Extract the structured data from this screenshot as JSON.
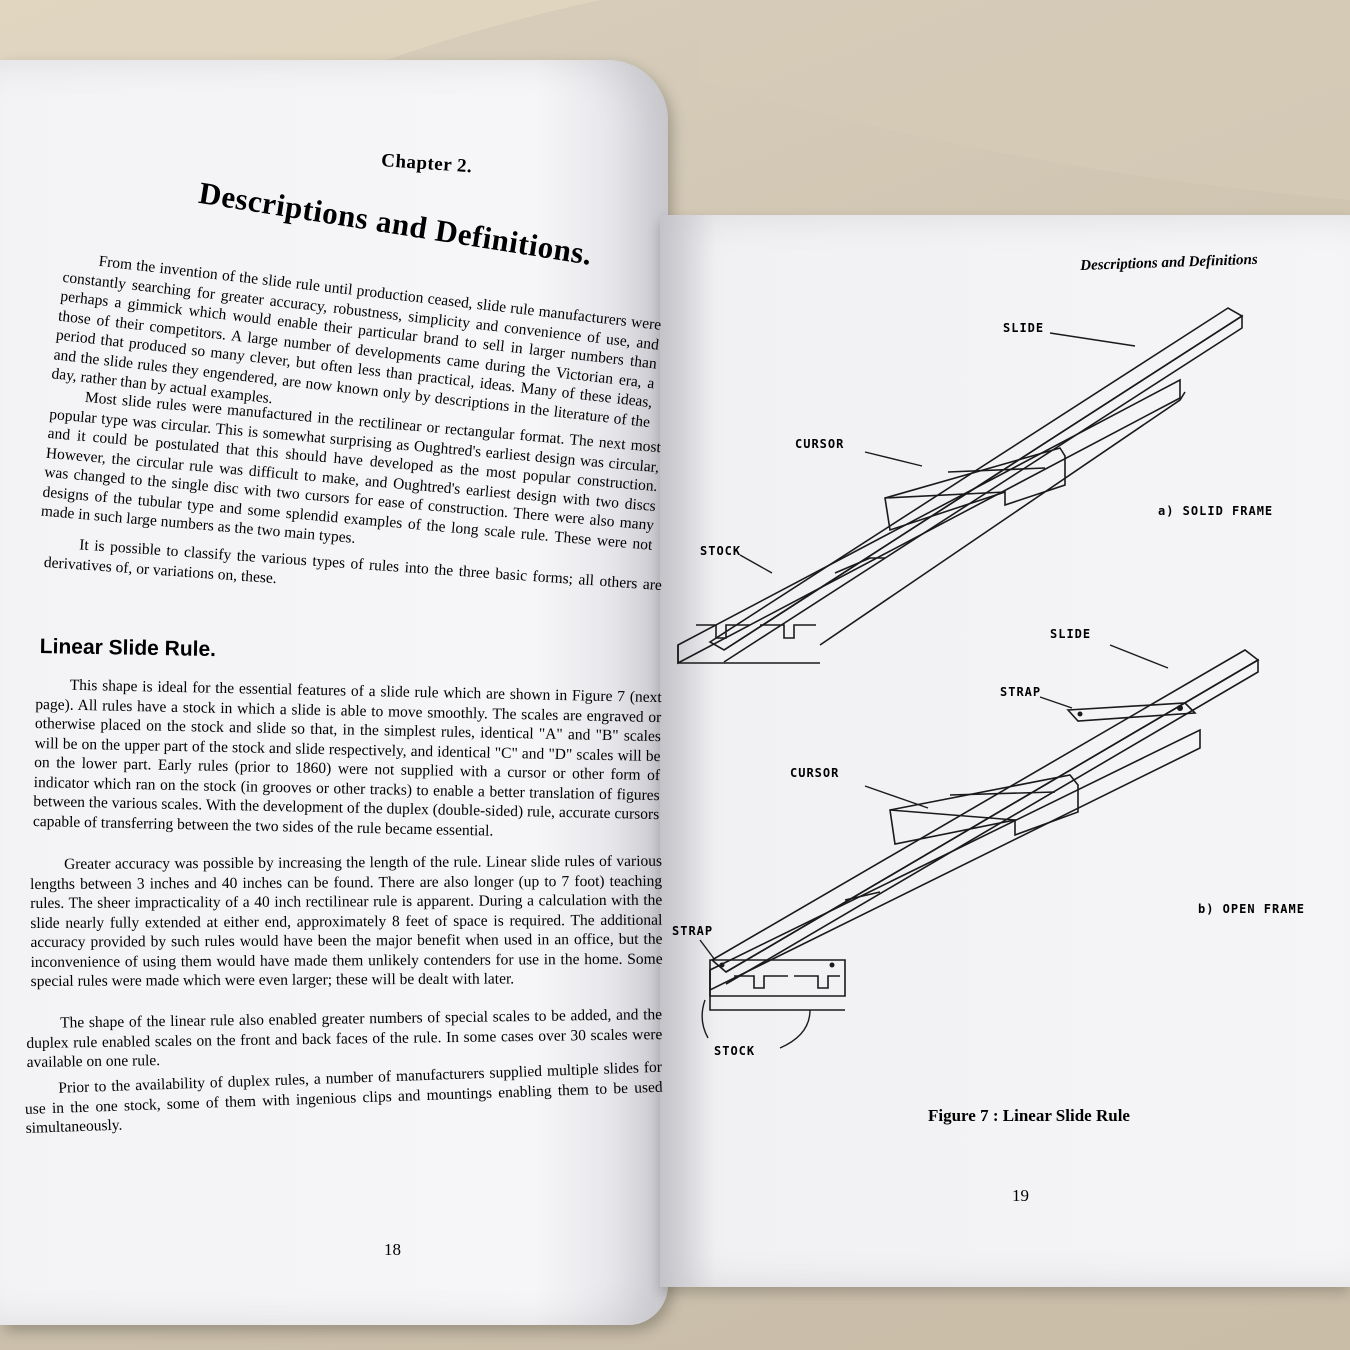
{
  "left_page": {
    "chapter_label": "Chapter 2.",
    "chapter_title": "Descriptions and Definitions.",
    "paragraphs": [
      "From the invention of the slide rule until production ceased, slide rule manufacturers were constantly searching for greater accuracy, robustness, simplicity and convenience of use, and perhaps a gimmick which would enable their particular brand to sell in larger numbers than those of their competitors. A large number of developments came during the Victorian era, a period that produced so many clever, but often less than practical, ideas. Many of these ideas, and the slide rules they engendered, are now known only by descriptions in the literature of the day, rather than by actual examples.",
      "Most slide rules were manufactured in the rectilinear or rectangular format. The next most popular type was circular. This is somewhat surprising as Oughtred's earliest design was circular, and it could be postulated that this should have developed as the most popular construction. However, the circular rule was difficult to make, and Oughtred's earliest design with two discs was changed to the single disc with two cursors for ease of construction. There were also many designs of the tubular type and some splendid examples of the long scale rule. These were not made in such large numbers as the two main types.",
      "It is possible to classify the various types of rules into the three basic forms; all others are derivatives of, or variations on, these."
    ],
    "section_heading": "Linear Slide Rule.",
    "section_paragraphs": [
      "This shape is ideal for the essential features of a slide rule which are shown in Figure 7 (next page). All rules have a stock in which a slide is able to move smoothly. The scales are engraved or otherwise placed on the stock and slide so that, in the simplest rules, identical \"A\" and \"B\" scales will be on the upper part of the stock and slide respectively, and identical \"C\" and \"D\" scales will be on the lower part. Early rules (prior to 1860) were not supplied with a cursor or other form of indicator which ran on the stock (in grooves or other tracks) to enable a better translation of figures between the various scales. With the development of the duplex (double-sided) rule, accurate cursors capable of transferring between the two sides of the rule became essential.",
      "Greater accuracy was possible by increasing the length of the rule. Linear slide rules of various lengths between 3 inches and 40 inches can be found. There are also longer (up to 7 foot) teaching rules. The sheer impracticality of a 40 inch rectilinear rule is apparent. During a calculation with the slide nearly fully extended at either end, approximately 8 feet of space is required. The additional accuracy provided by such rules would have been the major benefit when used in an office, but the inconvenience of using them would have made them unlikely contenders for use in the home. Some special rules were made which were even larger; these will be dealt with later.",
      "The shape of the linear rule also enabled greater numbers of special scales to be added, and the duplex rule enabled scales on the front and back faces of the rule. In some cases over 30 scales were available on one rule.",
      "Prior to the availability of duplex rules, a number of manufacturers supplied multiple slides for use in the one stock, some of them with ingenious clips and mountings enabling them to be used simultaneously."
    ],
    "page_number": "18"
  },
  "right_page": {
    "running_head": "Descriptions and Definitions",
    "figure_labels": {
      "a_slide": "SLIDE",
      "a_cursor": "CURSOR",
      "a_stock": "STOCK",
      "a_caption": "a) SOLID FRAME",
      "b_slide": "SLIDE",
      "b_strap_top": "STRAP",
      "b_cursor": "CURSOR",
      "b_strap_end": "STRAP",
      "b_stock": "STOCK",
      "b_caption": "b) OPEN FRAME"
    },
    "figure_caption": "Figure 7 : Linear Slide Rule",
    "page_number": "19"
  }
}
